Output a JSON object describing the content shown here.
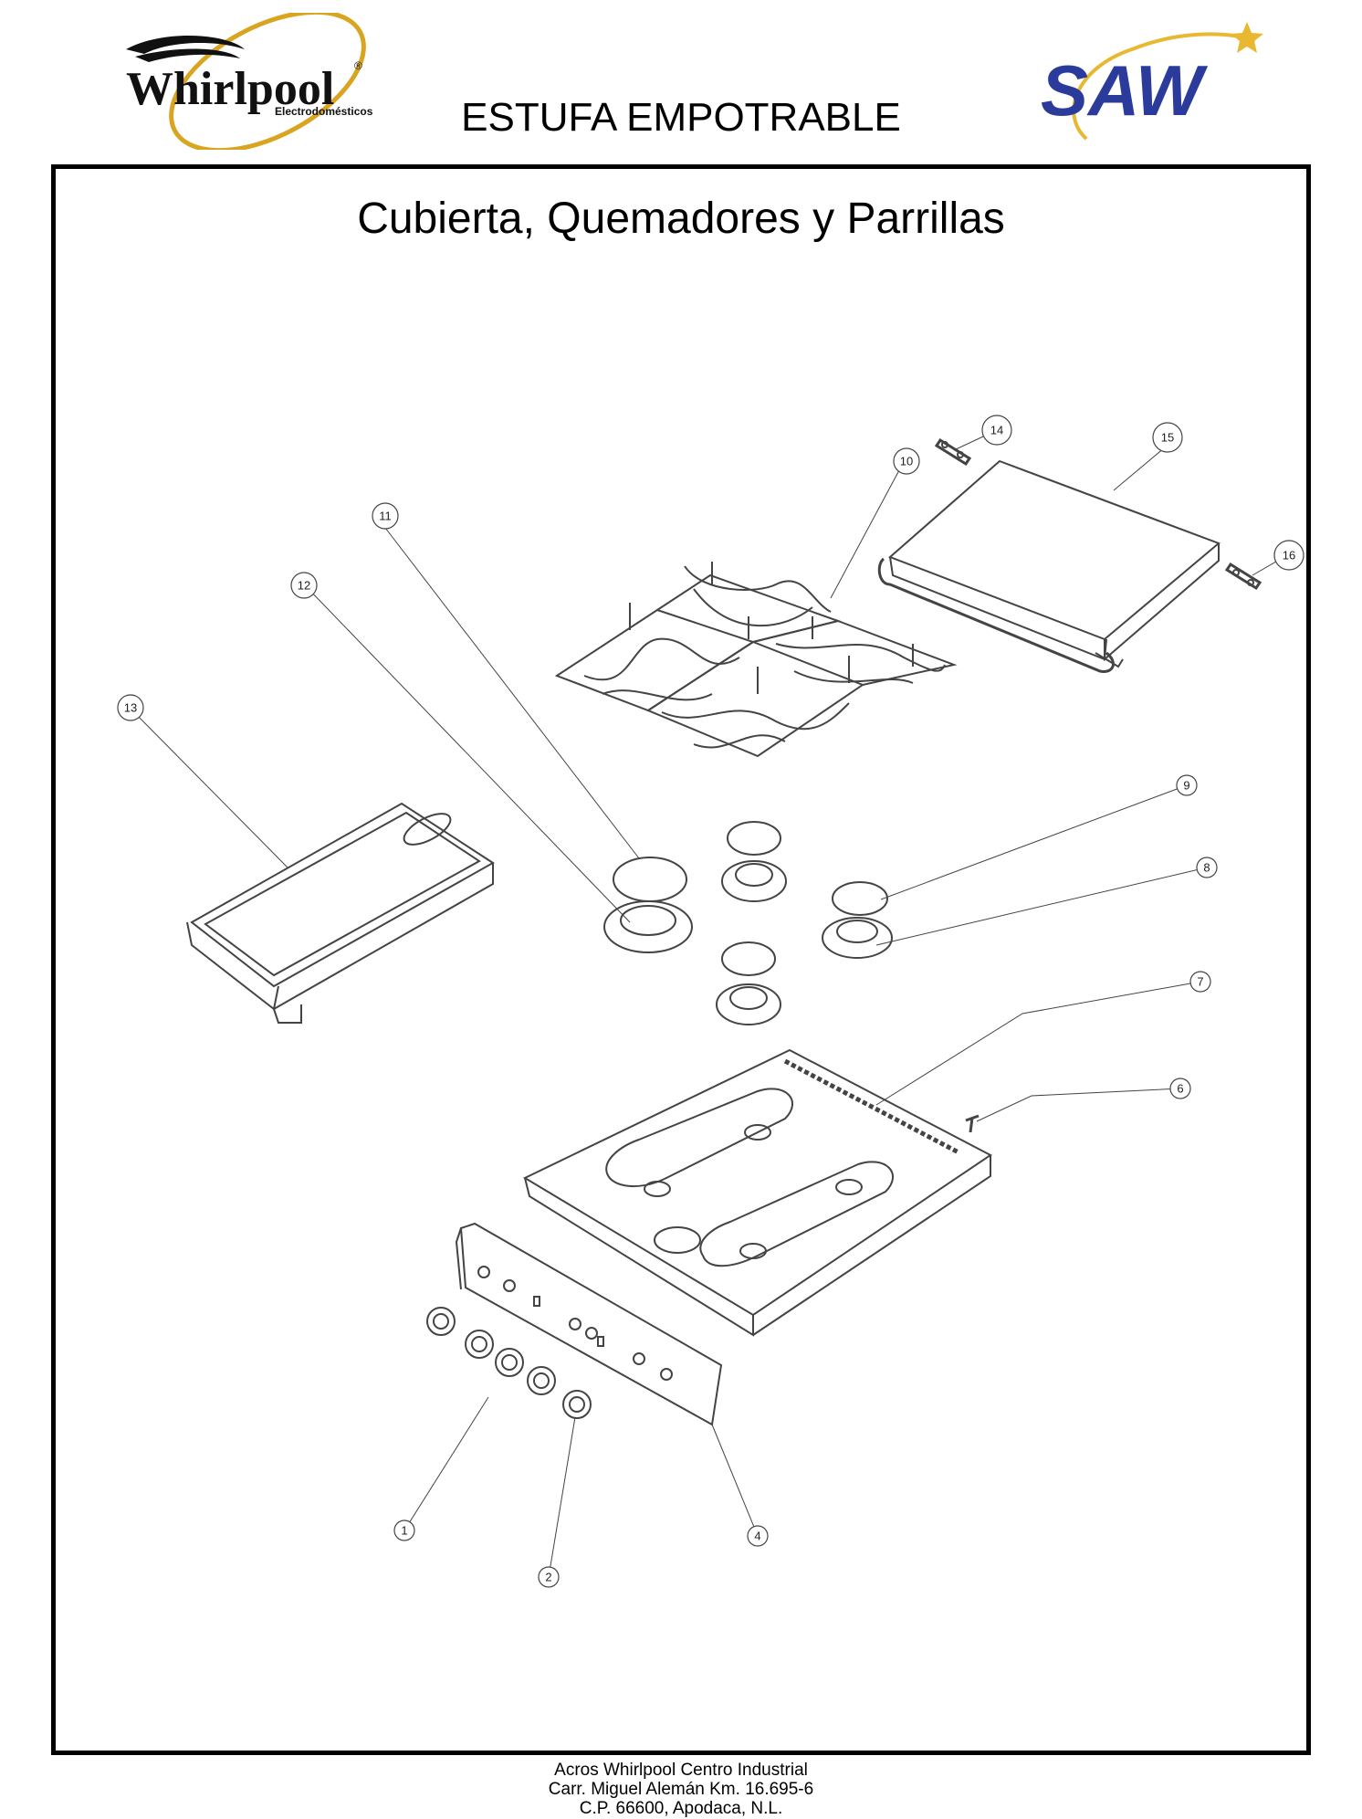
{
  "header": {
    "left_logo": {
      "icon": "whirlpool-logo-icon",
      "brand": "Whirlpool",
      "registered": "®",
      "tagline": "Electrodomésticos"
    },
    "right_logo": {
      "icon": "saw-logo-icon",
      "brand": "SAW"
    },
    "title": "ESTUFA EMPOTRABLE"
  },
  "section": {
    "title": "Cubierta, Quemadores y Parrillas"
  },
  "callouts": [
    {
      "id": "c1",
      "label": "1"
    },
    {
      "id": "c2",
      "label": "2"
    },
    {
      "id": "c4",
      "label": "4"
    },
    {
      "id": "c6",
      "label": "6"
    },
    {
      "id": "c7",
      "label": "7"
    },
    {
      "id": "c8",
      "label": "8"
    },
    {
      "id": "c9",
      "label": "9"
    },
    {
      "id": "c10",
      "label": "10"
    },
    {
      "id": "c11",
      "label": "11"
    },
    {
      "id": "c12",
      "label": "12"
    },
    {
      "id": "c13",
      "label": "13"
    },
    {
      "id": "c14",
      "label": "14"
    },
    {
      "id": "c15",
      "label": "15"
    },
    {
      "id": "c16",
      "label": "16"
    }
  ],
  "footer": {
    "lines": [
      "Acros Whirlpool Centro Industrial",
      "Carr. Miguel Alemán Km. 16.695-6",
      "C.P. 66600, Apodaca, N.L."
    ]
  },
  "colors": {
    "whirlpool_gold": "#d9a521",
    "saw_blue": "#2b3b9c",
    "saw_star": "#e8b830"
  }
}
